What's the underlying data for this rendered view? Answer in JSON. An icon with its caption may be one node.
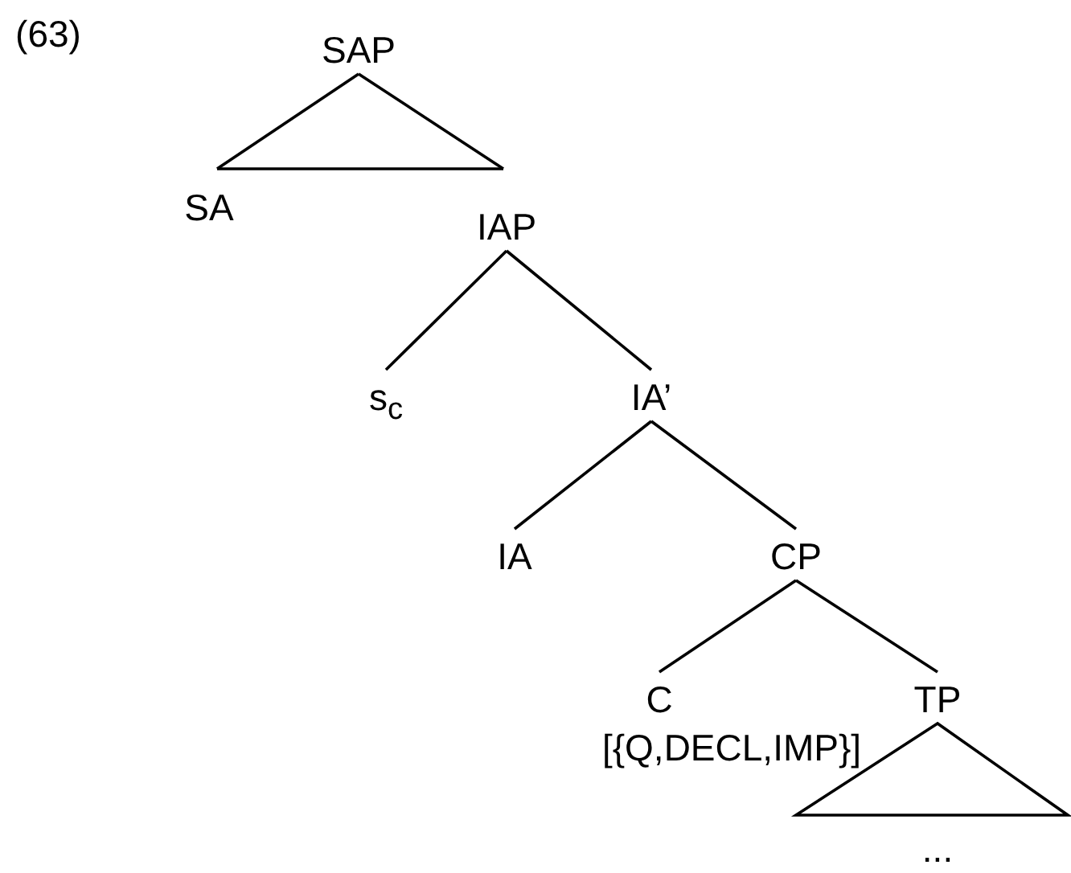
{
  "diagram": {
    "nodes": [
      {
        "text": [
          "SAP"
        ]
      },
      {
        "text": [
          "SA"
        ]
      },
      {
        "text": [
          "IAP"
        ]
      },
      {
        "text": [
          "s$_{c}$"
        ]
      },
      {
        "text": [
          "IA’"
        ]
      },
      {
        "text": [
          "IA"
        ]
      },
      {
        "text": [
          "CP"
        ]
      },
      {
        "text": [
          "C"
        ],
        "beside": [
          "[{Q,DECL,IMP}]"
        ]
      },
      {
        "text": [
          "TP"
        ]
      }
    ],
    "edges": [
      {
        "from": 0,
        "to": 1,
        "arrow": "none"
      },
      {
        "from": 0,
        "to": 2,
        "arrow": "none"
      },
      {
        "from": 2,
        "to": 3,
        "arrow": "none"
      },
      {
        "from": 2,
        "to": 4,
        "arrow": "none"
      },
      {
        "from": 4,
        "to": 5,
        "arrow": "none"
      },
      {
        "from": 4,
        "to": 6,
        "arrow": "none"
      },
      {
        "from": 6,
        "to": 7,
        "arrow": "none"
      },
      {
        "from": 6,
        "to": 8,
        "arrow": "none"
      }
    ],
    "labels": [
      "(63)",
      "..."
    ]
  }
}
